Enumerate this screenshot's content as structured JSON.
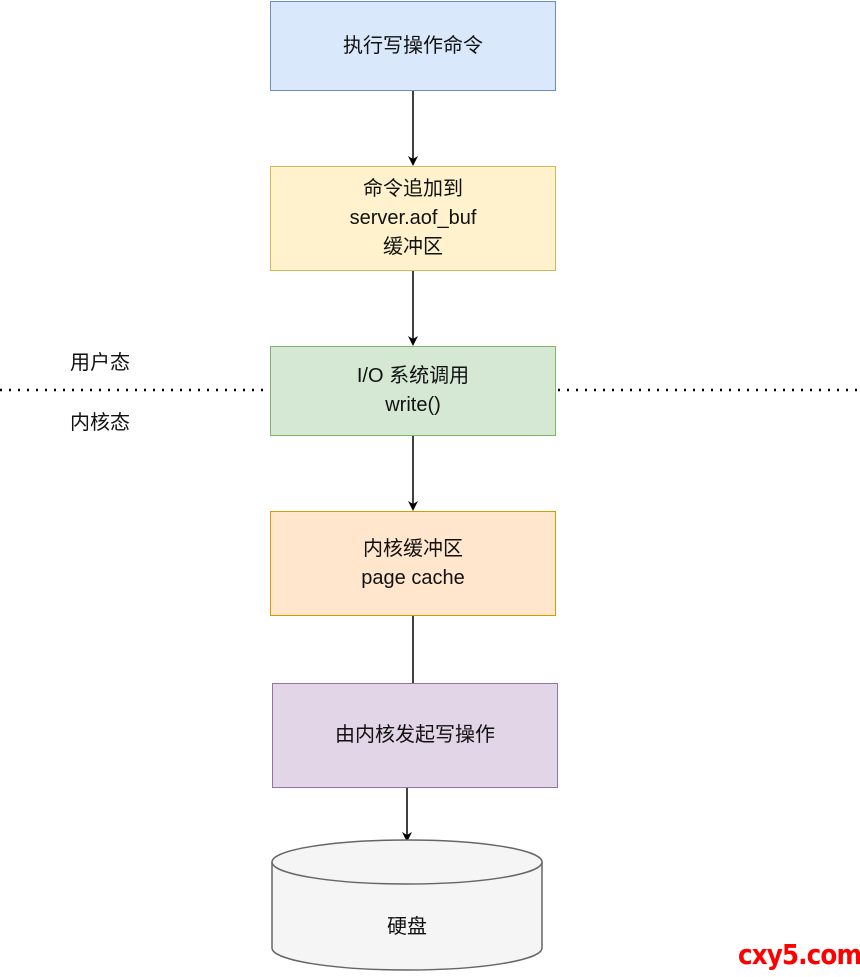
{
  "diagram": {
    "steps": [
      {
        "lines": [
          "执行写操作命令"
        ]
      },
      {
        "lines": [
          "命令追加到",
          "server.aof_buf",
          "缓冲区"
        ]
      },
      {
        "lines": [
          "I/O 系统调用",
          "write()"
        ]
      },
      {
        "lines": [
          "内核缓冲区",
          "page cache"
        ]
      },
      {
        "lines": [
          "由内核发起写操作"
        ]
      }
    ],
    "storage": {
      "label": "硬盘"
    },
    "zones": {
      "user_space": "用户态",
      "kernel_space": "内核态"
    },
    "colors": {
      "step1_fill": "#dae8fc",
      "step2_fill": "#fff2cc",
      "step3_fill": "#d5e8d4",
      "step4_fill": "#ffe6cc",
      "step5_fill": "#e1d5e7",
      "disk_fill": "#f5f5f5"
    }
  },
  "watermark": "cxy5.com"
}
